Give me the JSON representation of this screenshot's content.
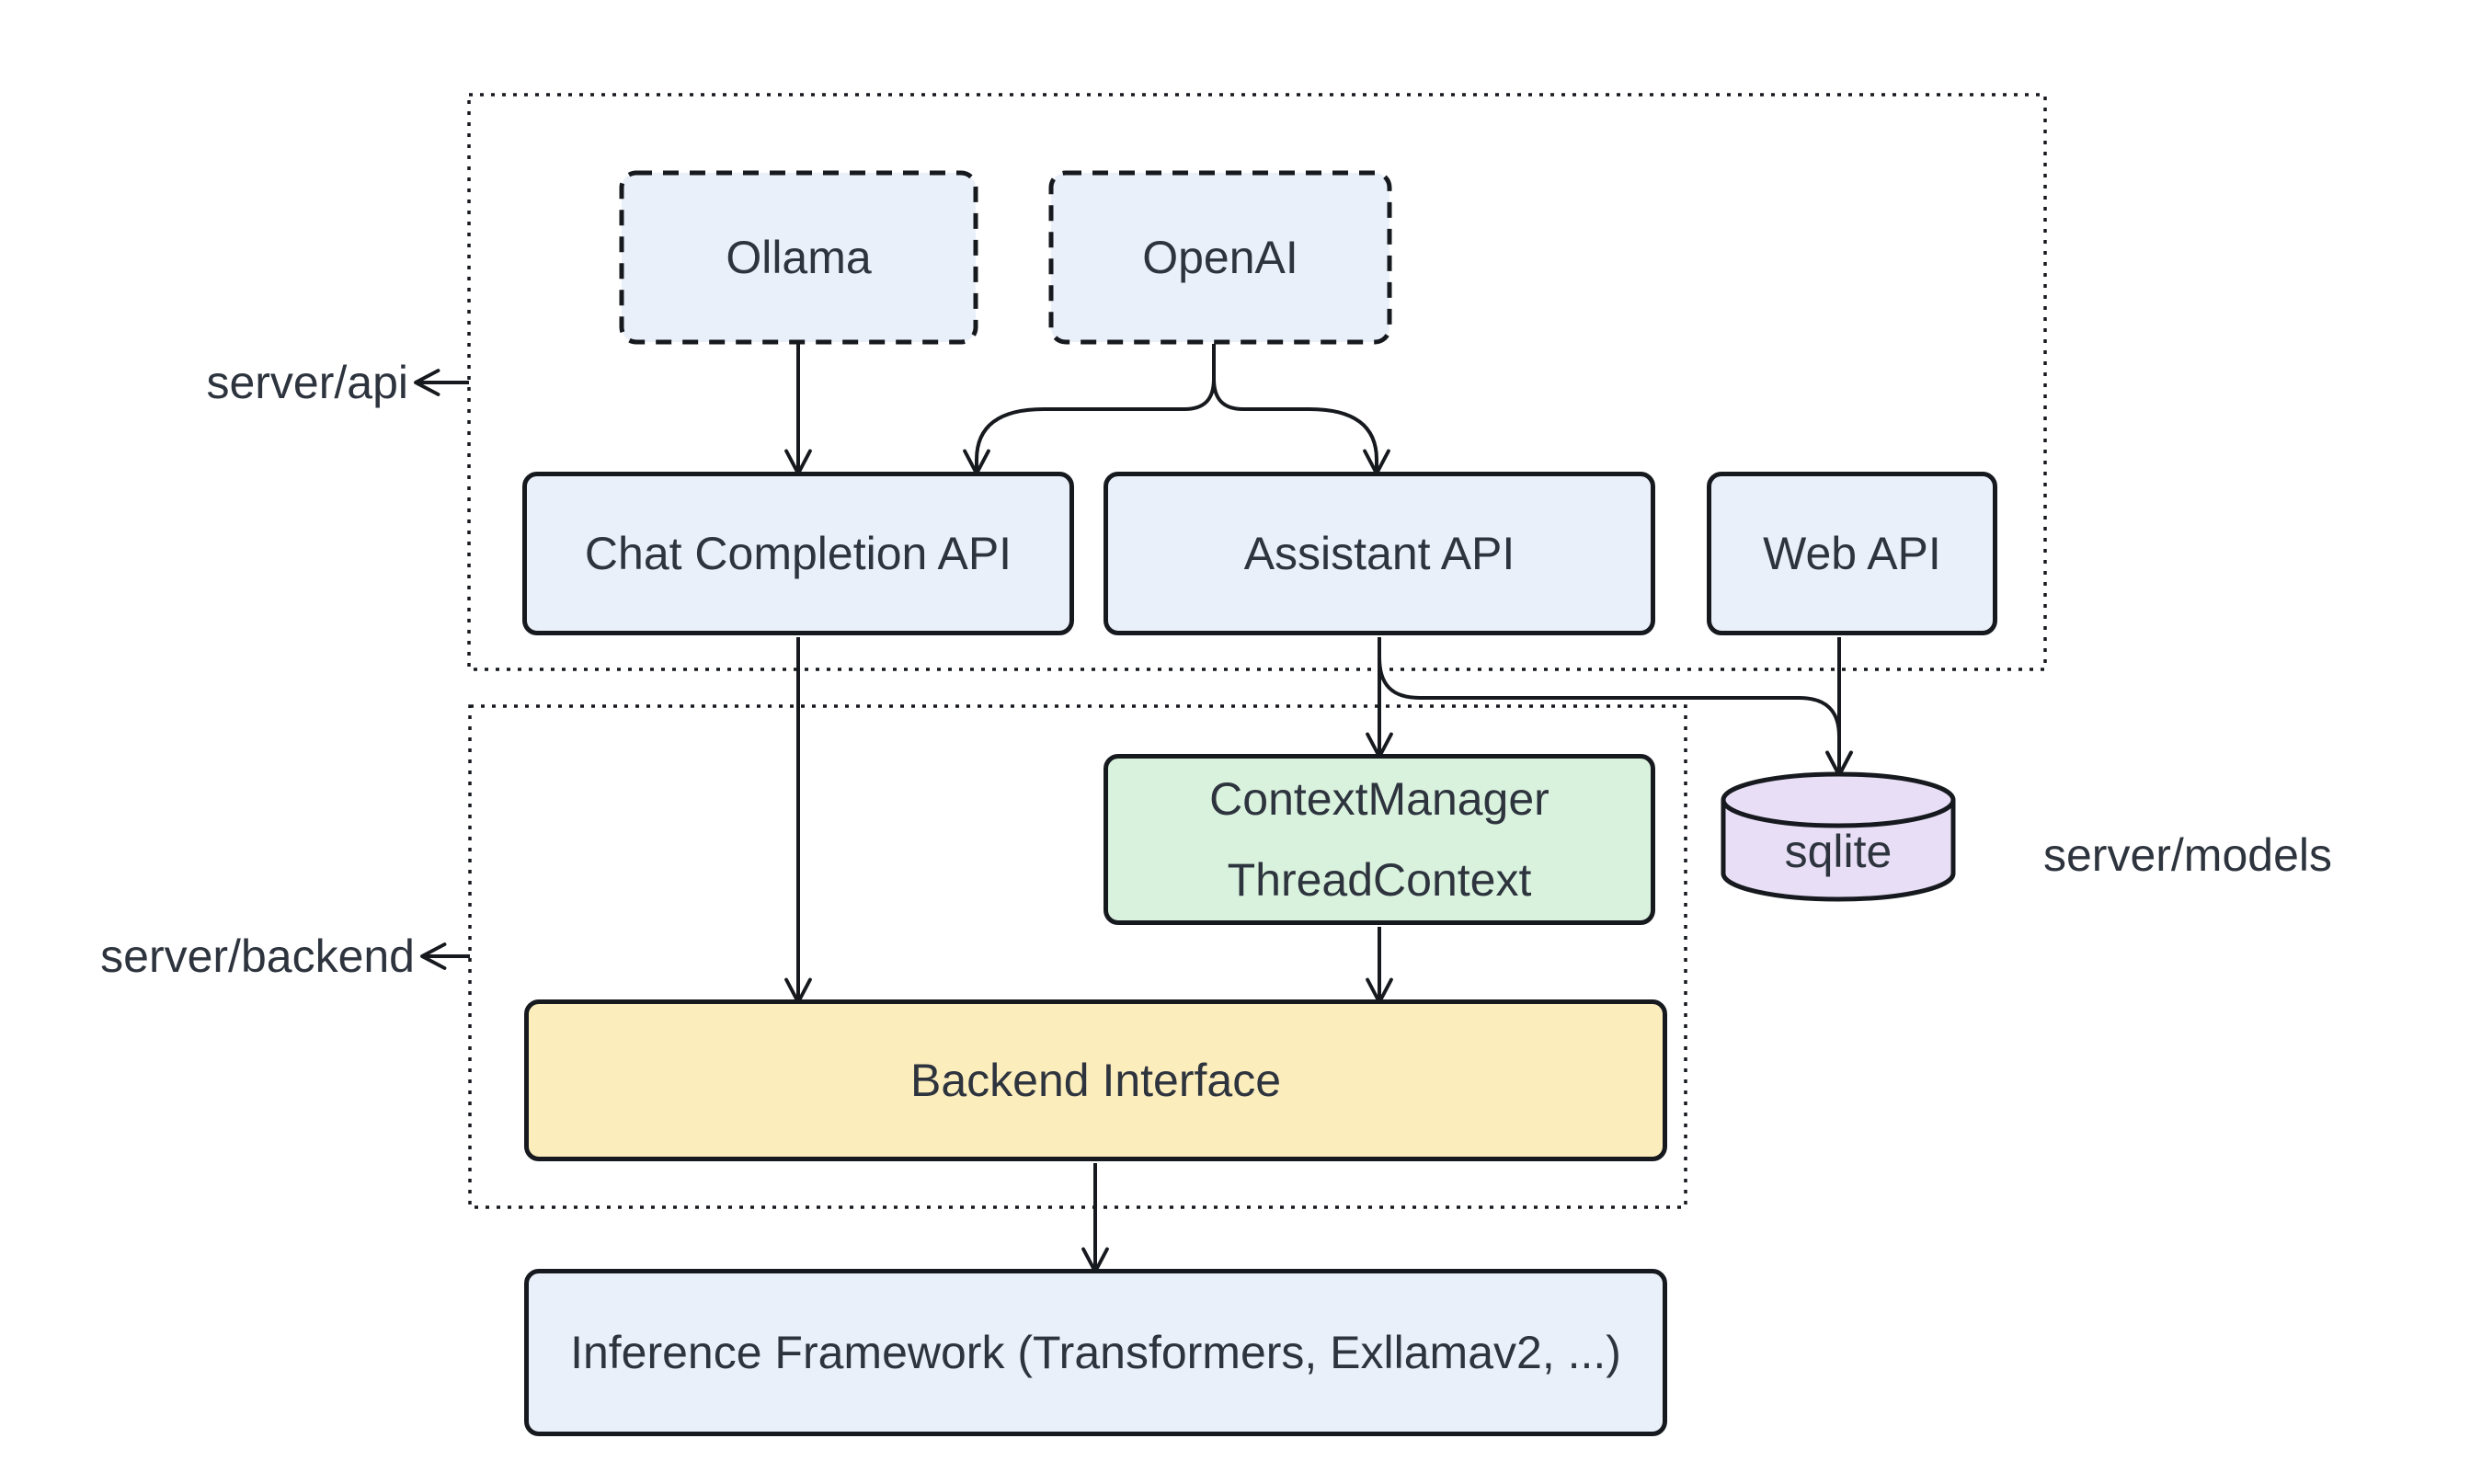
{
  "diagram_type": "architecture-flowchart",
  "colors": {
    "background": "#ffffff",
    "stroke": "#16191e",
    "text": "#2e343e",
    "node_blue": "#eaf0fa",
    "node_green": "#d9f2dd",
    "node_yellow": "#fcedbd",
    "node_purple": "#e8def6"
  },
  "groups": {
    "server_api": {
      "label": "server/api"
    },
    "server_backend": {
      "label": "server/backend"
    },
    "server_models": {
      "label": "server/models"
    }
  },
  "nodes": {
    "ollama": {
      "label": "Ollama",
      "style": "dashed"
    },
    "openai": {
      "label": "OpenAI",
      "style": "dashed"
    },
    "chat_completion": {
      "label": "Chat Completion API"
    },
    "assistant": {
      "label": "Assistant API"
    },
    "web": {
      "label": "Web API"
    },
    "context_manager": {
      "label_line1": "ContextManager",
      "label_line2": "ThreadContext"
    },
    "backend_interface": {
      "label": "Backend Interface"
    },
    "inference": {
      "label": "Inference Framework (Transformers, Exllamav2, ...)"
    },
    "sqlite": {
      "label": "sqlite",
      "shape": "cylinder"
    }
  },
  "edges": [
    {
      "from": "ollama",
      "to": "chat_completion"
    },
    {
      "from": "openai",
      "to": "chat_completion"
    },
    {
      "from": "openai",
      "to": "assistant"
    },
    {
      "from": "chat_completion",
      "to": "backend_interface"
    },
    {
      "from": "assistant",
      "to": "context_manager"
    },
    {
      "from": "assistant",
      "to": "sqlite"
    },
    {
      "from": "web",
      "to": "sqlite"
    },
    {
      "from": "context_manager",
      "to": "backend_interface"
    },
    {
      "from": "backend_interface",
      "to": "inference"
    }
  ]
}
